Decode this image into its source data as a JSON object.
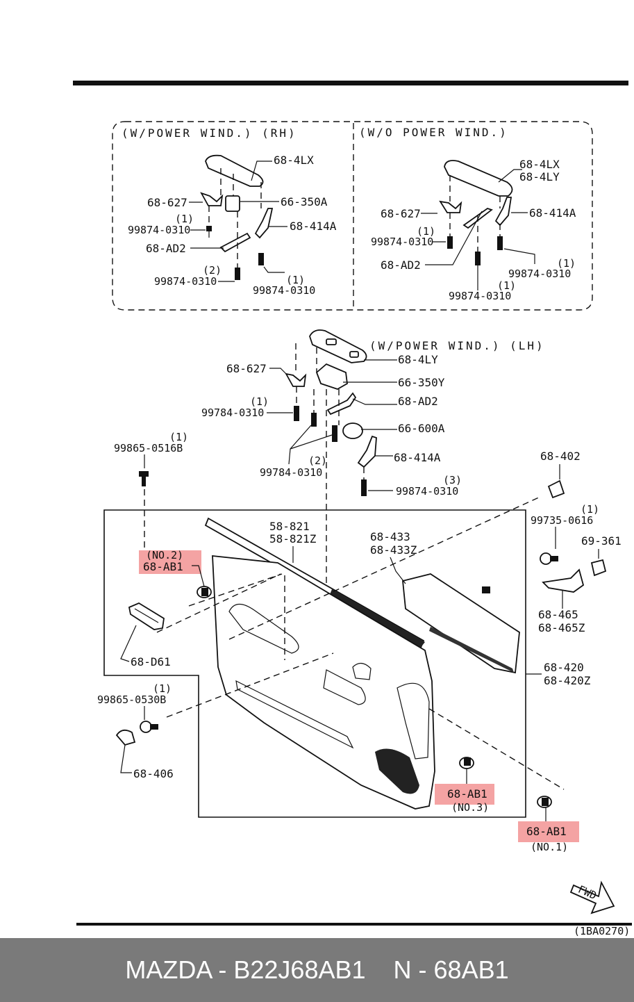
{
  "diagram": {
    "code": "(1BA0270)",
    "fwd": "FWD",
    "sections": {
      "rh_header": "(W/POWER WIND.) (RH)",
      "wo_header": "(W/O POWER WIND.)",
      "lh_header": "(W/POWER WIND.) (LH)"
    },
    "rh": {
      "p1": "68-4LX",
      "p2": "68-627",
      "p3": "66-350A",
      "p4q": "(1)",
      "p4": "99874-0310",
      "p5": "68-414A",
      "p6": "68-AD2",
      "p7q": "(2)",
      "p7": "99874-0310",
      "p8q": "(1)",
      "p8": "99874-0310"
    },
    "wo": {
      "p1a": "68-4LX",
      "p1b": "68-4LY",
      "p2": "68-627",
      "p3": "68-414A",
      "p4q": "(1)",
      "p4": "99874-0310",
      "p5": "68-AD2",
      "p6q": "(1)",
      "p6": "99874-0310",
      "p7q": "(1)",
      "p7": "99874-0310"
    },
    "lh": {
      "p1": "68-4LY",
      "p2": "68-627",
      "p3": "66-350Y",
      "p4q": "(1)",
      "p4": "99784-0310",
      "p5": "68-AD2",
      "p6": "66-600A",
      "p7": "68-414A",
      "p8q": "(2)",
      "p8": "99784-0310",
      "p9q": "(3)",
      "p9": "99874-0310"
    },
    "main": {
      "screw1q": "(1)",
      "screw1": "99865-0516B",
      "weather_a": "58-821",
      "weather_b": "58-821Z",
      "pocket_a": "68-433",
      "pocket_b": "68-433Z",
      "clip2_note": "(NO.2)",
      "clip2": "68-AB1",
      "handle": "68-D61",
      "screw2q": "(1)",
      "screw2": "99865-0530B",
      "cap": "68-406",
      "clip402": "68-402",
      "screw3q": "(1)",
      "screw3": "99735-0616",
      "p361": "69-361",
      "bracket_a": "68-465",
      "bracket_b": "68-465Z",
      "trim_a": "68-420",
      "trim_b": "68-420Z",
      "clip3": "68-AB1",
      "clip3_note": "(NO.3)",
      "clip1": "68-AB1",
      "clip1_note": "(NO.1)"
    }
  },
  "footer": {
    "brand_part": "MAZDA - B22J68AB1",
    "ref": "N - 68AB1"
  },
  "colors": {
    "highlight": "#f4a3a3",
    "footer_bg": "#7a7a7a",
    "line": "#111111"
  }
}
